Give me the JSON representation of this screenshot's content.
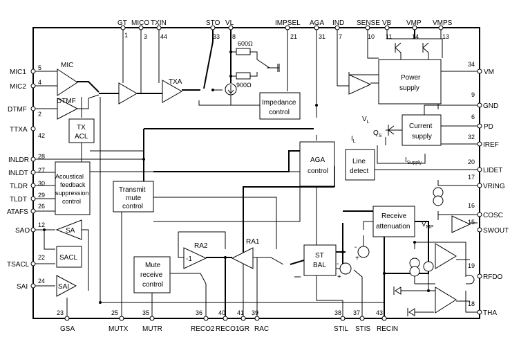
{
  "pins": {
    "gt": {
      "name": "GT",
      "num": "1"
    },
    "mico": {
      "name": "MICO",
      "num": "3"
    },
    "txin": {
      "name": "TXIN",
      "num": "44"
    },
    "sto": {
      "name": "STO",
      "num": "33"
    },
    "vl": {
      "name": "VL",
      "num": "8"
    },
    "impsel": {
      "name": "IMPSEL",
      "num": "21"
    },
    "aga": {
      "name": "AGA",
      "num": "31"
    },
    "ind": {
      "name": "IND",
      "num": "7"
    },
    "sense": {
      "name": "SENSE",
      "num": "10"
    },
    "vb": {
      "name": "VB",
      "num": "11"
    },
    "vmp": {
      "name": "VMP",
      "num": "14"
    },
    "vmps": {
      "name": "VMPS",
      "num": "13"
    },
    "mic1": {
      "name": "MIC1",
      "num": "5"
    },
    "mic2": {
      "name": "MIC2",
      "num": "4"
    },
    "dtmf": {
      "name": "DTMF",
      "num": "2"
    },
    "ttxa": {
      "name": "TTXA",
      "num": "42"
    },
    "inldr": {
      "name": "INLDR",
      "num": "28"
    },
    "inldt": {
      "name": "INLDT",
      "num": "27"
    },
    "tldr": {
      "name": "TLDR",
      "num": "30"
    },
    "tldt": {
      "name": "TLDT",
      "num": "29"
    },
    "atafs": {
      "name": "ATAFS",
      "num": "26"
    },
    "sao": {
      "name": "SAO",
      "num": "12"
    },
    "tsacl": {
      "name": "TSACL",
      "num": "22"
    },
    "sai": {
      "name": "SAI",
      "num": "24"
    },
    "vm": {
      "name": "VM",
      "num": "34"
    },
    "gnd": {
      "name": "GND",
      "num": "9"
    },
    "pd": {
      "name": "PD",
      "num": "6"
    },
    "iref": {
      "name": "IREF",
      "num": "32"
    },
    "lidet": {
      "name": "LIDET",
      "num": "20"
    },
    "vring": {
      "name": "VRING",
      "num": "17"
    },
    "cosc": {
      "name": "COSC",
      "num": "16"
    },
    "swout": {
      "name": "SWOUT",
      "num": "15"
    },
    "rfdo": {
      "name": "RFDO",
      "num": "19"
    },
    "tha": {
      "name": "THA",
      "num": "18"
    },
    "gsa": {
      "name": "GSA",
      "num": "23"
    },
    "mutx": {
      "name": "MUTX",
      "num": "25"
    },
    "mutr": {
      "name": "MUTR",
      "num": "35"
    },
    "reco2": {
      "name": "RECO2",
      "num": "36"
    },
    "reco1": {
      "name": "RECO1",
      "num": "40"
    },
    "gr": {
      "name": "GR",
      "num": "41"
    },
    "rac": {
      "name": "RAC",
      "num": "39"
    },
    "stil": {
      "name": "STIL",
      "num": "38"
    },
    "stis": {
      "name": "STIS",
      "num": "37"
    },
    "recin": {
      "name": "RECIN",
      "num": "43"
    }
  },
  "blocks": {
    "power_supply": [
      "Power",
      "supply"
    ],
    "impedance_control": [
      "Impedance",
      "control"
    ],
    "current_supply": [
      "Current",
      "supply"
    ],
    "line_detect": [
      "Line",
      "detect"
    ],
    "aga_control": [
      "AGA",
      "control"
    ],
    "tx_acl": [
      "TX",
      "ACL"
    ],
    "acoustical_feedback": [
      "Acoustical",
      "feedback",
      "suppression",
      "control"
    ],
    "transmit_mute": [
      "Transmit",
      "mute",
      "control"
    ],
    "mute_receive": [
      "Mute",
      "receive",
      "control"
    ],
    "st_bal": [
      "ST",
      "BAL"
    ],
    "receive_attenuation": [
      "Receive",
      "attenuation"
    ],
    "sacl": "SACL"
  },
  "amplifiers": {
    "mic": "MIC",
    "dtmf": "DTMF",
    "txa": "TXA",
    "ra2": "RA2",
    "ra2_gain": "-1",
    "ra1": "RA1",
    "sa": "SA",
    "sai": "SAI"
  },
  "resistors": {
    "r600": "600Ω",
    "r900": "900Ω"
  },
  "signals": {
    "vl": "V",
    "vl_sub": "L",
    "qs": "Q",
    "qs_sub": "S",
    "il": "I",
    "il_sub": "L",
    "isupply": "I",
    "isupply_sub": "Supply",
    "vmp": "V",
    "vmp_sub": "MP"
  },
  "signs": {
    "minus": "-",
    "plus": "+"
  }
}
